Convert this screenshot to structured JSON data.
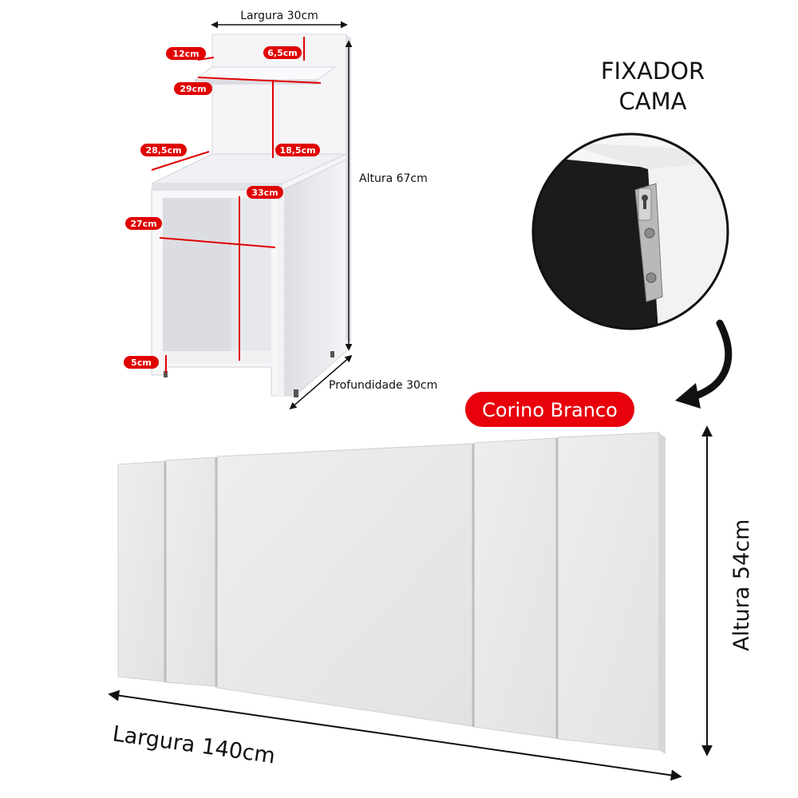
{
  "nightstand": {
    "width_label": "Largura 30cm",
    "height_label": "Altura 67cm",
    "depth_label": "Profundidade 30cm",
    "tags": {
      "shelf_depth": "12cm",
      "top_gap": "6,5cm",
      "shelf_width": "29cm",
      "top_depth": "28,5cm",
      "upper_height": "18,5cm",
      "cubby_width": "33cm",
      "cubby_height": "27cm",
      "foot_height": "5cm"
    }
  },
  "fixador": {
    "title_line1": "FIXADOR",
    "title_line2": "CAMA"
  },
  "headboard": {
    "material_badge": "Corino Branco",
    "width_label": "Largura 140cm",
    "height_label": "Altura 54cm"
  },
  "colors": {
    "tag_red": "#e00000",
    "badge_red": "#e8000b",
    "panel_white": "#e9e9e9",
    "furniture_white": "#f3f3f6",
    "dark_backing": "#1b1b1b"
  }
}
